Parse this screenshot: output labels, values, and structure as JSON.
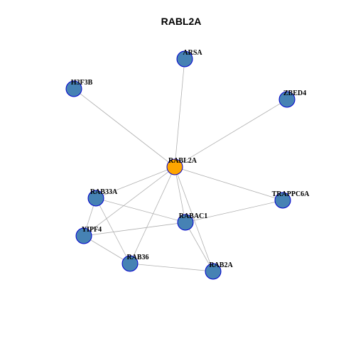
{
  "title": "RABL2A",
  "colors": {
    "center_fill": "#ffa500",
    "node_fill": "#4682b4",
    "node_border": "#0000cd",
    "edge": "#b0b0b0"
  },
  "nodes": [
    {
      "id": "RABL2A",
      "label": "RABL2A",
      "center": true
    },
    {
      "id": "ARSA",
      "label": "ARSA"
    },
    {
      "id": "H3F3B",
      "label": "H3F3B"
    },
    {
      "id": "ZBED4",
      "label": "ZBED4"
    },
    {
      "id": "RAB33A",
      "label": "RAB33A"
    },
    {
      "id": "TRAPPC6A",
      "label": "TRAPPC6A"
    },
    {
      "id": "RABAC1",
      "label": "RABAC1"
    },
    {
      "id": "YIPF4",
      "label": "YIPF4"
    },
    {
      "id": "RAB36",
      "label": "RAB36"
    },
    {
      "id": "RAB2A",
      "label": "RAB2A"
    }
  ],
  "edges": [
    [
      "RABL2A",
      "ARSA"
    ],
    [
      "RABL2A",
      "H3F3B"
    ],
    [
      "RABL2A",
      "ZBED4"
    ],
    [
      "RABL2A",
      "TRAPPC6A"
    ],
    [
      "RABL2A",
      "RABAC1"
    ],
    [
      "RABL2A",
      "RAB2A"
    ],
    [
      "RABL2A",
      "RAB36"
    ],
    [
      "RABL2A",
      "YIPF4"
    ],
    [
      "RABL2A",
      "RAB33A"
    ],
    [
      "RAB33A",
      "RABAC1"
    ],
    [
      "RAB33A",
      "YIPF4"
    ],
    [
      "RAB33A",
      "RAB36"
    ],
    [
      "YIPF4",
      "RABAC1"
    ],
    [
      "YIPF4",
      "RAB36"
    ],
    [
      "RABAC1",
      "TRAPPC6A"
    ],
    [
      "RABAC1",
      "RAB2A"
    ],
    [
      "RAB36",
      "RAB2A"
    ]
  ]
}
